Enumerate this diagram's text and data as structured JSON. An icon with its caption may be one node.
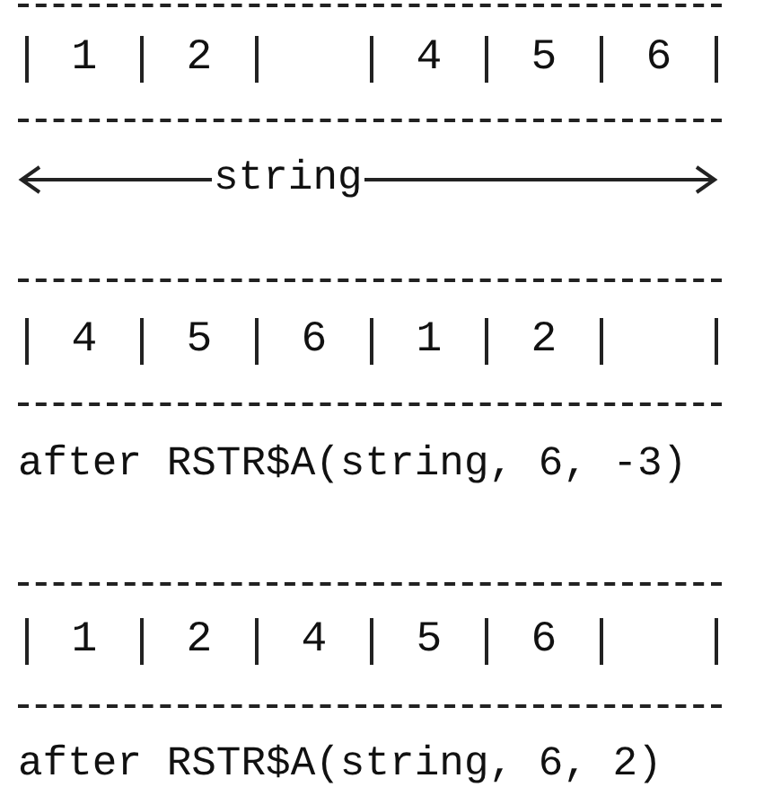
{
  "diagram": {
    "nodes": [
      {
        "text": [
          "1"
        ]
      },
      {
        "text": [
          "2"
        ]
      },
      {
        "text": [],
        "shape": "box"
      },
      {
        "text": [
          "4"
        ]
      },
      {
        "text": [
          "5"
        ]
      },
      {
        "text": [
          "6"
        ]
      },
      {
        "text": [
          "4"
        ]
      },
      {
        "text": [
          "5"
        ]
      },
      {
        "text": [
          "6"
        ]
      },
      {
        "text": [
          "1"
        ]
      },
      {
        "text": [
          "2"
        ]
      },
      {
        "text": [],
        "shape": "box"
      },
      {
        "text": [
          "1"
        ]
      },
      {
        "text": [
          "2"
        ]
      },
      {
        "text": [
          "4"
        ]
      },
      {
        "text": [
          "5"
        ]
      },
      {
        "text": [
          "6"
        ]
      },
      {
        "text": [],
        "shape": "box"
      }
    ],
    "labels": [
      "string",
      "after RSTR$A(string, 6, -3)",
      "after RSTR$A(string, 6, 2)"
    ]
  }
}
